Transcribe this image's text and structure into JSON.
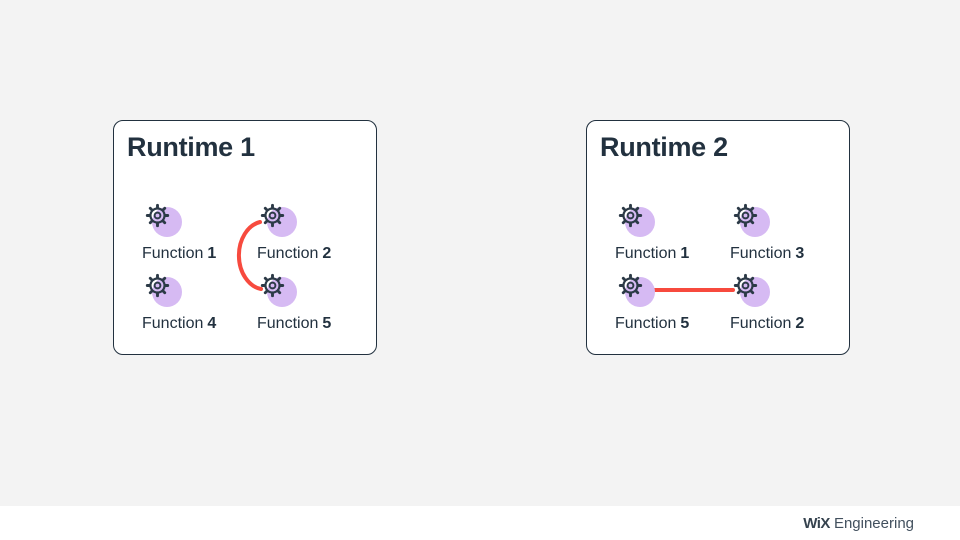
{
  "colors": {
    "page_bg": "#f3f3f3",
    "card_bg": "#ffffff",
    "card_border": "#22313f",
    "text": "#22313f",
    "gear": "#2c3a47",
    "bubble_purple": "#d6baf3",
    "connector_red": "#f74a3e",
    "footer_bg": "#ffffff",
    "logo_text": "#42505e"
  },
  "runtime1": {
    "title": "Runtime 1",
    "functions": [
      {
        "word": "Function",
        "number": "1"
      },
      {
        "word": "Function",
        "number": "2"
      },
      {
        "word": "Function",
        "number": "4"
      },
      {
        "word": "Function",
        "number": "5"
      }
    ],
    "connection": {
      "from": "Function 2",
      "to": "Function 5",
      "shape": "arc"
    }
  },
  "runtime2": {
    "title": "Runtime 2",
    "functions": [
      {
        "word": "Function",
        "number": "1"
      },
      {
        "word": "Function",
        "number": "3"
      },
      {
        "word": "Function",
        "number": "5"
      },
      {
        "word": "Function",
        "number": "2"
      }
    ],
    "connection": {
      "from": "Function 5",
      "to": "Function 2",
      "shape": "line"
    }
  },
  "footer": {
    "brand": "WiX",
    "suffix": "Engineering"
  }
}
